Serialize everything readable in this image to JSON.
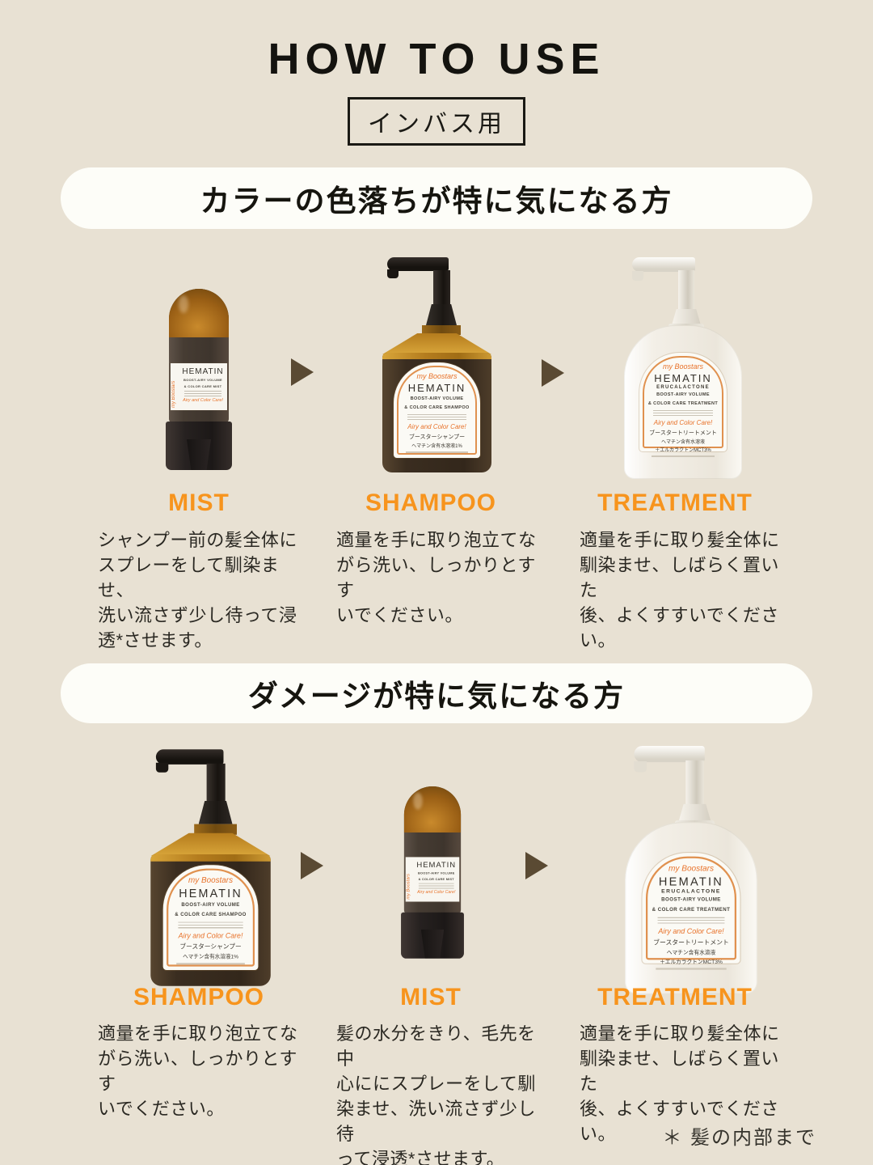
{
  "header": {
    "title": "HOW TO USE",
    "badge": "インバス用"
  },
  "sections": [
    {
      "heading": "カラーの色落ちが特に気になる方",
      "steps": [
        {
          "product": "mist",
          "label": "MIST",
          "description": "シャンプー前の髪全体に\nスプレーをして馴染ませ、\n洗い流さず少し待って浸\n透*させます。"
        },
        {
          "product": "shampoo",
          "label": "SHAMPOO",
          "description": "適量を手に取り泡立てな\nがら洗い、しっかりとすす\nいでください。"
        },
        {
          "product": "treatment",
          "label": "TREATMENT",
          "description": "適量を手に取り髪全体に\n馴染ませ、しばらく置いた\n後、よくすすいでください。"
        }
      ]
    },
    {
      "heading": "ダメージが特に気になる方",
      "steps": [
        {
          "product": "shampoo",
          "label": "SHAMPOO",
          "description": "適量を手に取り泡立てな\nがら洗い、しっかりとすす\nいでください。"
        },
        {
          "product": "mist",
          "label": "MIST",
          "description": "髪の水分をきり、毛先を中\n心ににスプレーをして馴\n染ませ、洗い流さず少し待\nって浸透*させます。"
        },
        {
          "product": "treatment",
          "label": "TREATMENT",
          "description": "適量を手に取り髪全体に\n馴染ませ、しばらく置いた\n後、よくすすいでください。"
        }
      ]
    }
  ],
  "products": {
    "mist": {
      "brand": "my Boostars",
      "name": "HEMATIN",
      "type_line1": "BOOST-AIRY VOLUME",
      "type_line2": "& COLOR CARE MIST",
      "script": "Airy and Color Care!"
    },
    "shampoo": {
      "brand": "my Boostars",
      "name": "HEMATIN",
      "type_line1": "BOOST-AIRY VOLUME",
      "type_line2": "& COLOR CARE SHAMPOO",
      "script": "Airy and Color Care!",
      "jp_name": "ブースターシャンプー",
      "jp_detail": "ヘマチン含有水溶液1%"
    },
    "treatment": {
      "brand": "my Boostars",
      "name": "HEMATIN",
      "ingredient": "ERUCALACTONE",
      "type_line1": "BOOST-AIRY VOLUME",
      "type_line2": "& COLOR CARE TREATMENT",
      "script": "Airy and Color Care!",
      "jp_name": "ブースタートリートメント",
      "jp_detail": "ヘマチン含有水溶液",
      "jp_detail2": "＋エルカラクトンMCT3%"
    }
  },
  "footnote": "＊ 髪の内部まで",
  "colors": {
    "background": "#e8e1d3",
    "accent_orange": "#f7941d",
    "arrow_brown": "#5a4a33",
    "heading_pill": "#fdfdf8",
    "text": "#2a2822"
  }
}
